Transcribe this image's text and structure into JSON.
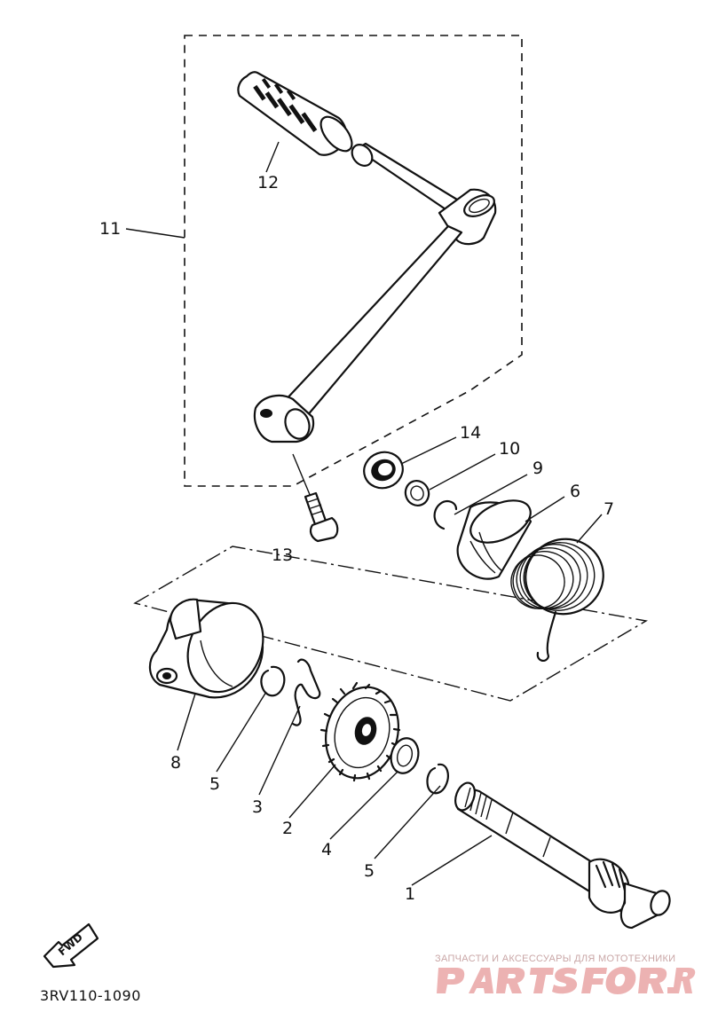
{
  "diagram": {
    "callouts": {
      "p1": "1",
      "p2": "2",
      "p3": "3",
      "p4": "4",
      "p5a": "5",
      "p5b": "5",
      "p6": "6",
      "p7": "7",
      "p8": "8",
      "p9": "9",
      "p10": "10",
      "p11": "11",
      "p12": "12",
      "p13": "13",
      "p14": "14"
    },
    "fwd_label": "FWD",
    "drawing_code": "3RV110-1090"
  },
  "watermark": {
    "tagline": "ЗАПЧАСТИ И АКСЕССУАРЫ ДЛЯ МОТОТЕХНИКИ",
    "logo": "PARTSFOR.RU"
  },
  "colors": {
    "ink": "#111111",
    "background": "#ffffff",
    "watermark": "#e8a0a0"
  }
}
